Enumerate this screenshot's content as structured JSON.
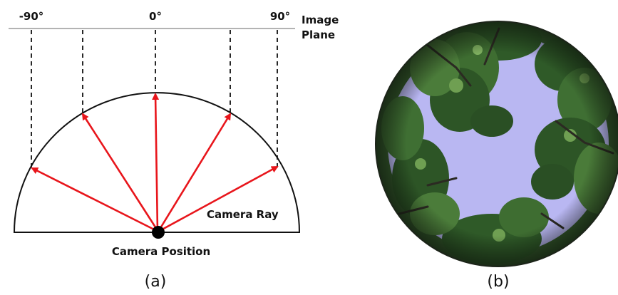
{
  "diagram": {
    "angle_labels": [
      "-90°",
      "0°",
      "90°"
    ],
    "image_plane_label_line1": "Image",
    "image_plane_label_line2": "Plane",
    "camera_ray_label": "Camera Ray",
    "camera_position_label": "Camera Position",
    "ray_color": "#e8151b",
    "ray_angles_deg": [
      -70,
      -35,
      0,
      35,
      70
    ]
  },
  "captions": {
    "left": "(a)",
    "right": "(b)"
  },
  "fisheye_photo": {
    "sky_color": "#b9b7f2",
    "foliage_color": "#2f5a28",
    "edge_color": "#1c2419"
  }
}
